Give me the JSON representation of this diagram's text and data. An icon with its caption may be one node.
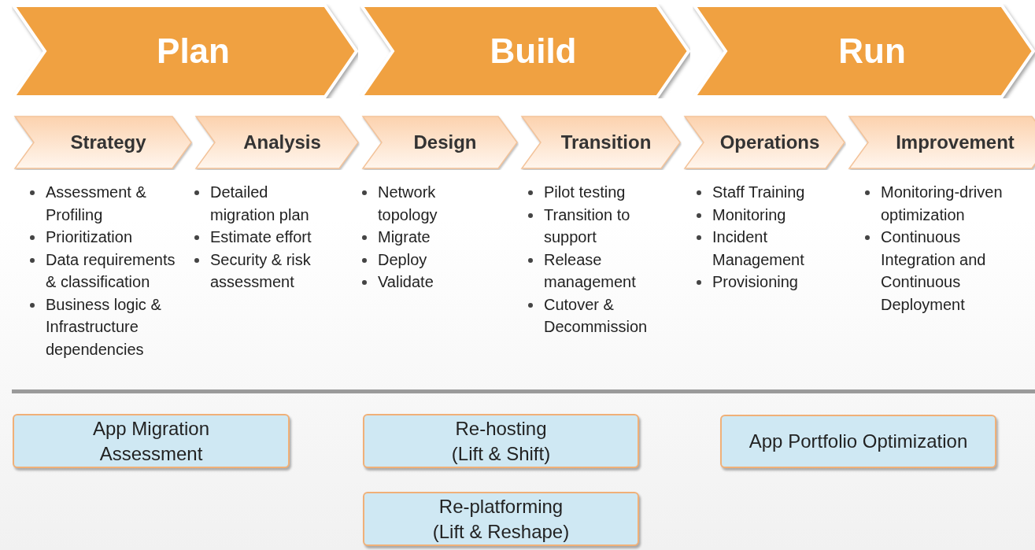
{
  "diagram": {
    "nodes": [
      {
        "text": [
          "Plan"
        ]
      },
      {
        "text": [
          "Build"
        ]
      },
      {
        "text": [
          "Run"
        ]
      },
      {
        "text": [
          "Strategy"
        ],
        "beside": [
          "Assessment & Profiling",
          "Prioritization",
          "Data requirements & classification",
          "Business logic & Infrastructure dependencies"
        ]
      },
      {
        "text": [
          "Analysis"
        ],
        "beside": [
          "Detailed migration plan",
          "Estimate effort",
          "Security & risk assessment"
        ]
      },
      {
        "text": [
          "Design"
        ],
        "beside": [
          "Network topology",
          "Migrate",
          "Deploy",
          "Validate"
        ]
      },
      {
        "text": [
          "Transition"
        ],
        "beside": [
          "Pilot testing",
          "Transition to support",
          "Release management",
          "Cutover & Decommission"
        ]
      },
      {
        "text": [
          "Operations"
        ],
        "beside": [
          "Staff Training",
          "Monitoring",
          "Incident Management",
          "Provisioning"
        ]
      },
      {
        "text": [
          "Improvement"
        ],
        "beside": [
          "Monitoring-driven optimization",
          "Continuous Integration and Continuous Deployment"
        ]
      },
      {
        "text": [
          "App Migration Assessment"
        ]
      },
      {
        "text": [
          "Re-hosting (Lift & Shift)"
        ]
      },
      {
        "text": [
          "Re-platforming (Lift & Reshape)"
        ]
      },
      {
        "text": [
          "App Portfolio Optimization"
        ]
      }
    ]
  }
}
